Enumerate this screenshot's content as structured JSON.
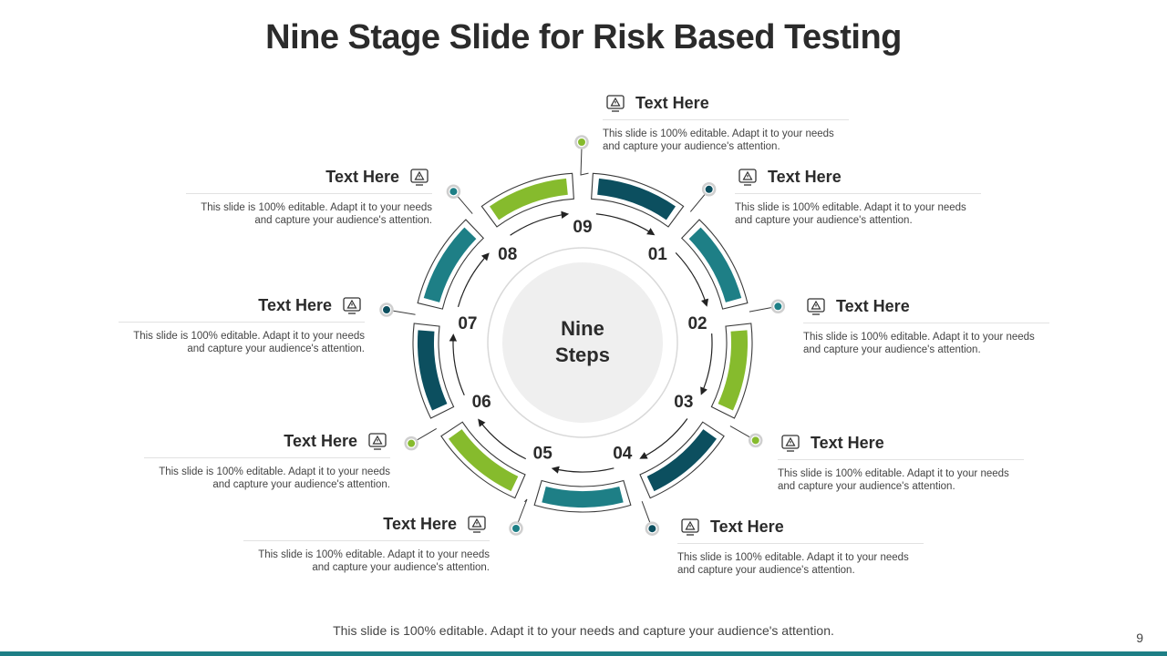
{
  "title": "Nine Stage Slide for Risk Based Testing",
  "center": {
    "line1": "Nine",
    "line2": "Steps"
  },
  "steps": [
    {
      "num": "01",
      "label": "Text Here",
      "desc": "This slide is 100% editable. Adapt it to your needs and capture your audience's attention.",
      "icon": "monitor-shield-icon",
      "color": "#0c4f5f"
    },
    {
      "num": "02",
      "label": "Text Here",
      "desc": "This slide is 100% editable. Adapt it to your needs and capture your audience's attention.",
      "icon": "gear-warning-icon",
      "color": "#1e7f86"
    },
    {
      "num": "03",
      "label": "Text Here",
      "desc": "This slide is 100% editable. Adapt it to your needs and capture your audience's attention.",
      "icon": "signpost-warning-icon",
      "color": "#86bb2d"
    },
    {
      "num": "04",
      "label": "Text Here",
      "desc": "This slide is 100% editable. Adapt it to your needs and capture your audience's attention.",
      "icon": "hand-card-icon",
      "color": "#0c4f5f"
    },
    {
      "num": "05",
      "label": "Text Here",
      "desc": "This slide is 100% editable. Adapt it to your needs and capture your audience's attention.",
      "icon": "checklist-warning-icon",
      "color": "#1e7f86"
    },
    {
      "num": "06",
      "label": "Text Here",
      "desc": "This slide is 100% editable. Adapt it to your needs and capture your audience's attention.",
      "icon": "scale-balance-icon",
      "color": "#86bb2d"
    },
    {
      "num": "07",
      "label": "Text Here",
      "desc": "This slide is 100% editable. Adapt it to your needs and capture your audience's attention.",
      "icon": "hands-warning-icon",
      "color": "#0c4f5f"
    },
    {
      "num": "08",
      "label": "Text Here",
      "desc": "This slide is 100% editable. Adapt it to your needs and capture your audience's attention.",
      "icon": "document-warning-icon",
      "color": "#1e7f86"
    },
    {
      "num": "09",
      "label": "Text Here",
      "desc": "This slide is 100% editable. Adapt it to your needs and capture your audience's attention.",
      "icon": "team-network-icon",
      "color": "#86bb2d"
    }
  ],
  "footer": "This slide is 100% editable.  Adapt it to your needs and capture your audience's attention.",
  "page_number": "9"
}
